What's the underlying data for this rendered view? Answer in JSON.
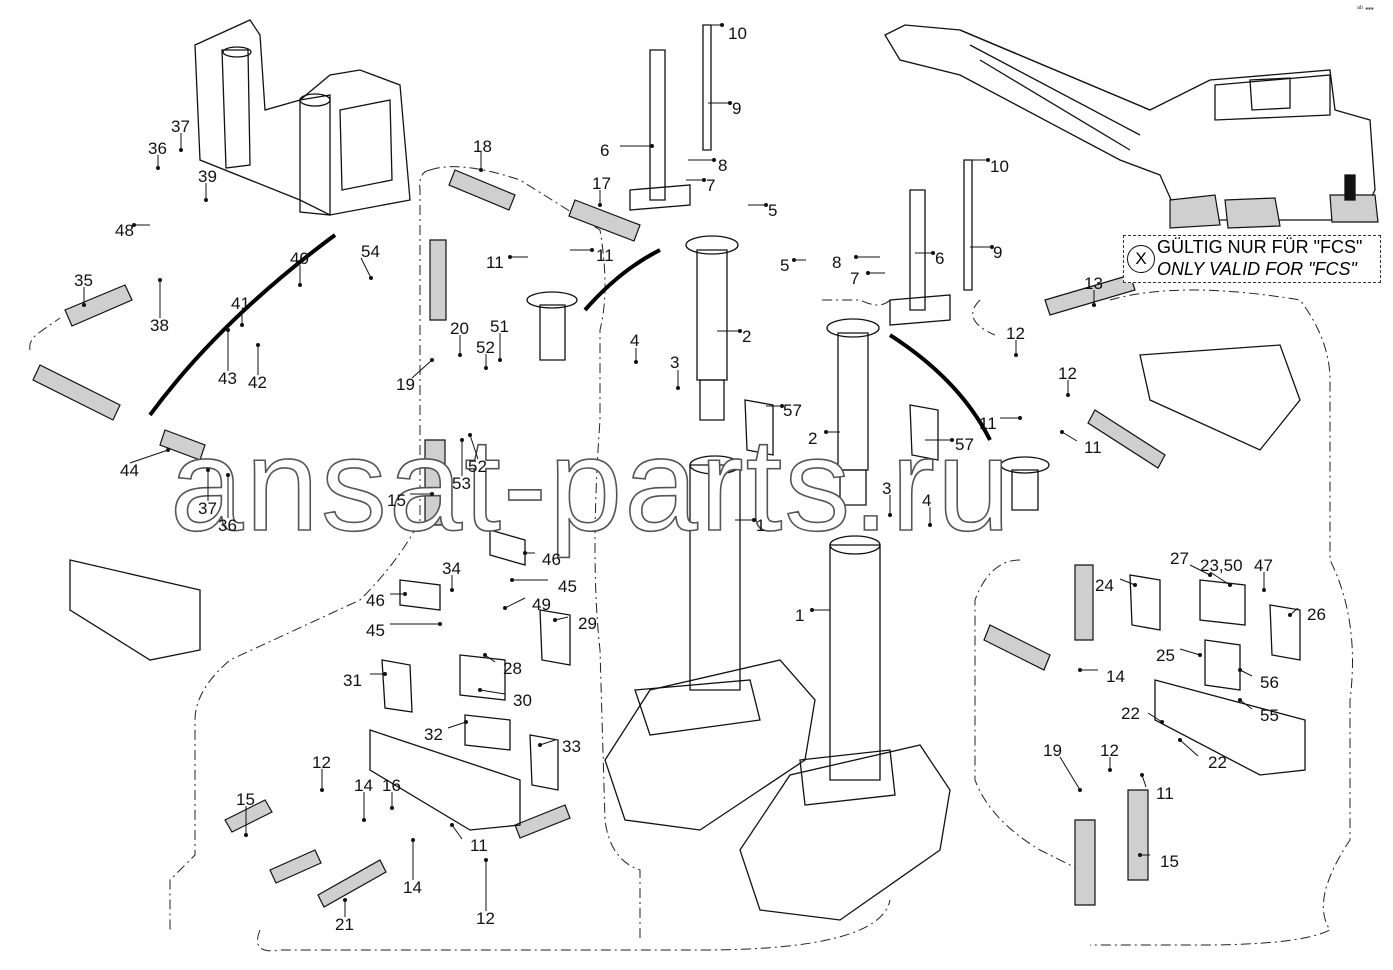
{
  "legend": {
    "symbol": "X",
    "line_de": "GÜLTIG NUR FÜR \"FCS\"",
    "line_en": "ONLY VALID FOR \"FCS\""
  },
  "watermark": "ansat-parts.ru",
  "page_mark": "ᵃᵇ ▪▪▪",
  "callouts": [
    {
      "num": "10"
    },
    {
      "num": "9"
    },
    {
      "num": "6"
    },
    {
      "num": "8"
    },
    {
      "num": "7"
    },
    {
      "num": "5"
    },
    {
      "num": "10"
    },
    {
      "num": "9"
    },
    {
      "num": "6"
    },
    {
      "num": "8"
    },
    {
      "num": "7"
    },
    {
      "num": "5"
    },
    {
      "num": "18"
    },
    {
      "num": "17"
    },
    {
      "num": "11"
    },
    {
      "num": "11"
    },
    {
      "num": "2"
    },
    {
      "num": "4"
    },
    {
      "num": "3"
    },
    {
      "num": "57"
    },
    {
      "num": "2"
    },
    {
      "num": "57"
    },
    {
      "num": "3"
    },
    {
      "num": "4"
    },
    {
      "num": "1"
    },
    {
      "num": "1"
    },
    {
      "num": "37"
    },
    {
      "num": "36"
    },
    {
      "num": "39"
    },
    {
      "num": "48"
    },
    {
      "num": "40"
    },
    {
      "num": "54"
    },
    {
      "num": "35"
    },
    {
      "num": "38"
    },
    {
      "num": "41"
    },
    {
      "num": "43"
    },
    {
      "num": "42"
    },
    {
      "num": "44"
    },
    {
      "num": "37"
    },
    {
      "num": "36"
    },
    {
      "num": "20"
    },
    {
      "num": "51"
    },
    {
      "num": "52"
    },
    {
      "num": "19"
    },
    {
      "num": "52"
    },
    {
      "num": "53"
    },
    {
      "num": "15"
    },
    {
      "num": "13"
    },
    {
      "num": "12"
    },
    {
      "num": "12"
    },
    {
      "num": "11"
    },
    {
      "num": "11"
    },
    {
      "num": "46"
    },
    {
      "num": "34"
    },
    {
      "num": "45"
    },
    {
      "num": "46"
    },
    {
      "num": "45"
    },
    {
      "num": "49"
    },
    {
      "num": "29"
    },
    {
      "num": "28"
    },
    {
      "num": "31"
    },
    {
      "num": "30"
    },
    {
      "num": "32"
    },
    {
      "num": "33"
    },
    {
      "num": "15"
    },
    {
      "num": "12"
    },
    {
      "num": "14"
    },
    {
      "num": "16"
    },
    {
      "num": "11"
    },
    {
      "num": "14"
    },
    {
      "num": "21"
    },
    {
      "num": "12"
    },
    {
      "num": "27"
    },
    {
      "num": "23,50"
    },
    {
      "num": "47"
    },
    {
      "num": "24"
    },
    {
      "num": "26"
    },
    {
      "num": "25"
    },
    {
      "num": "14"
    },
    {
      "num": "56"
    },
    {
      "num": "55"
    },
    {
      "num": "22"
    },
    {
      "num": "22"
    },
    {
      "num": "19"
    },
    {
      "num": "12"
    },
    {
      "num": "11"
    },
    {
      "num": "15"
    }
  ]
}
